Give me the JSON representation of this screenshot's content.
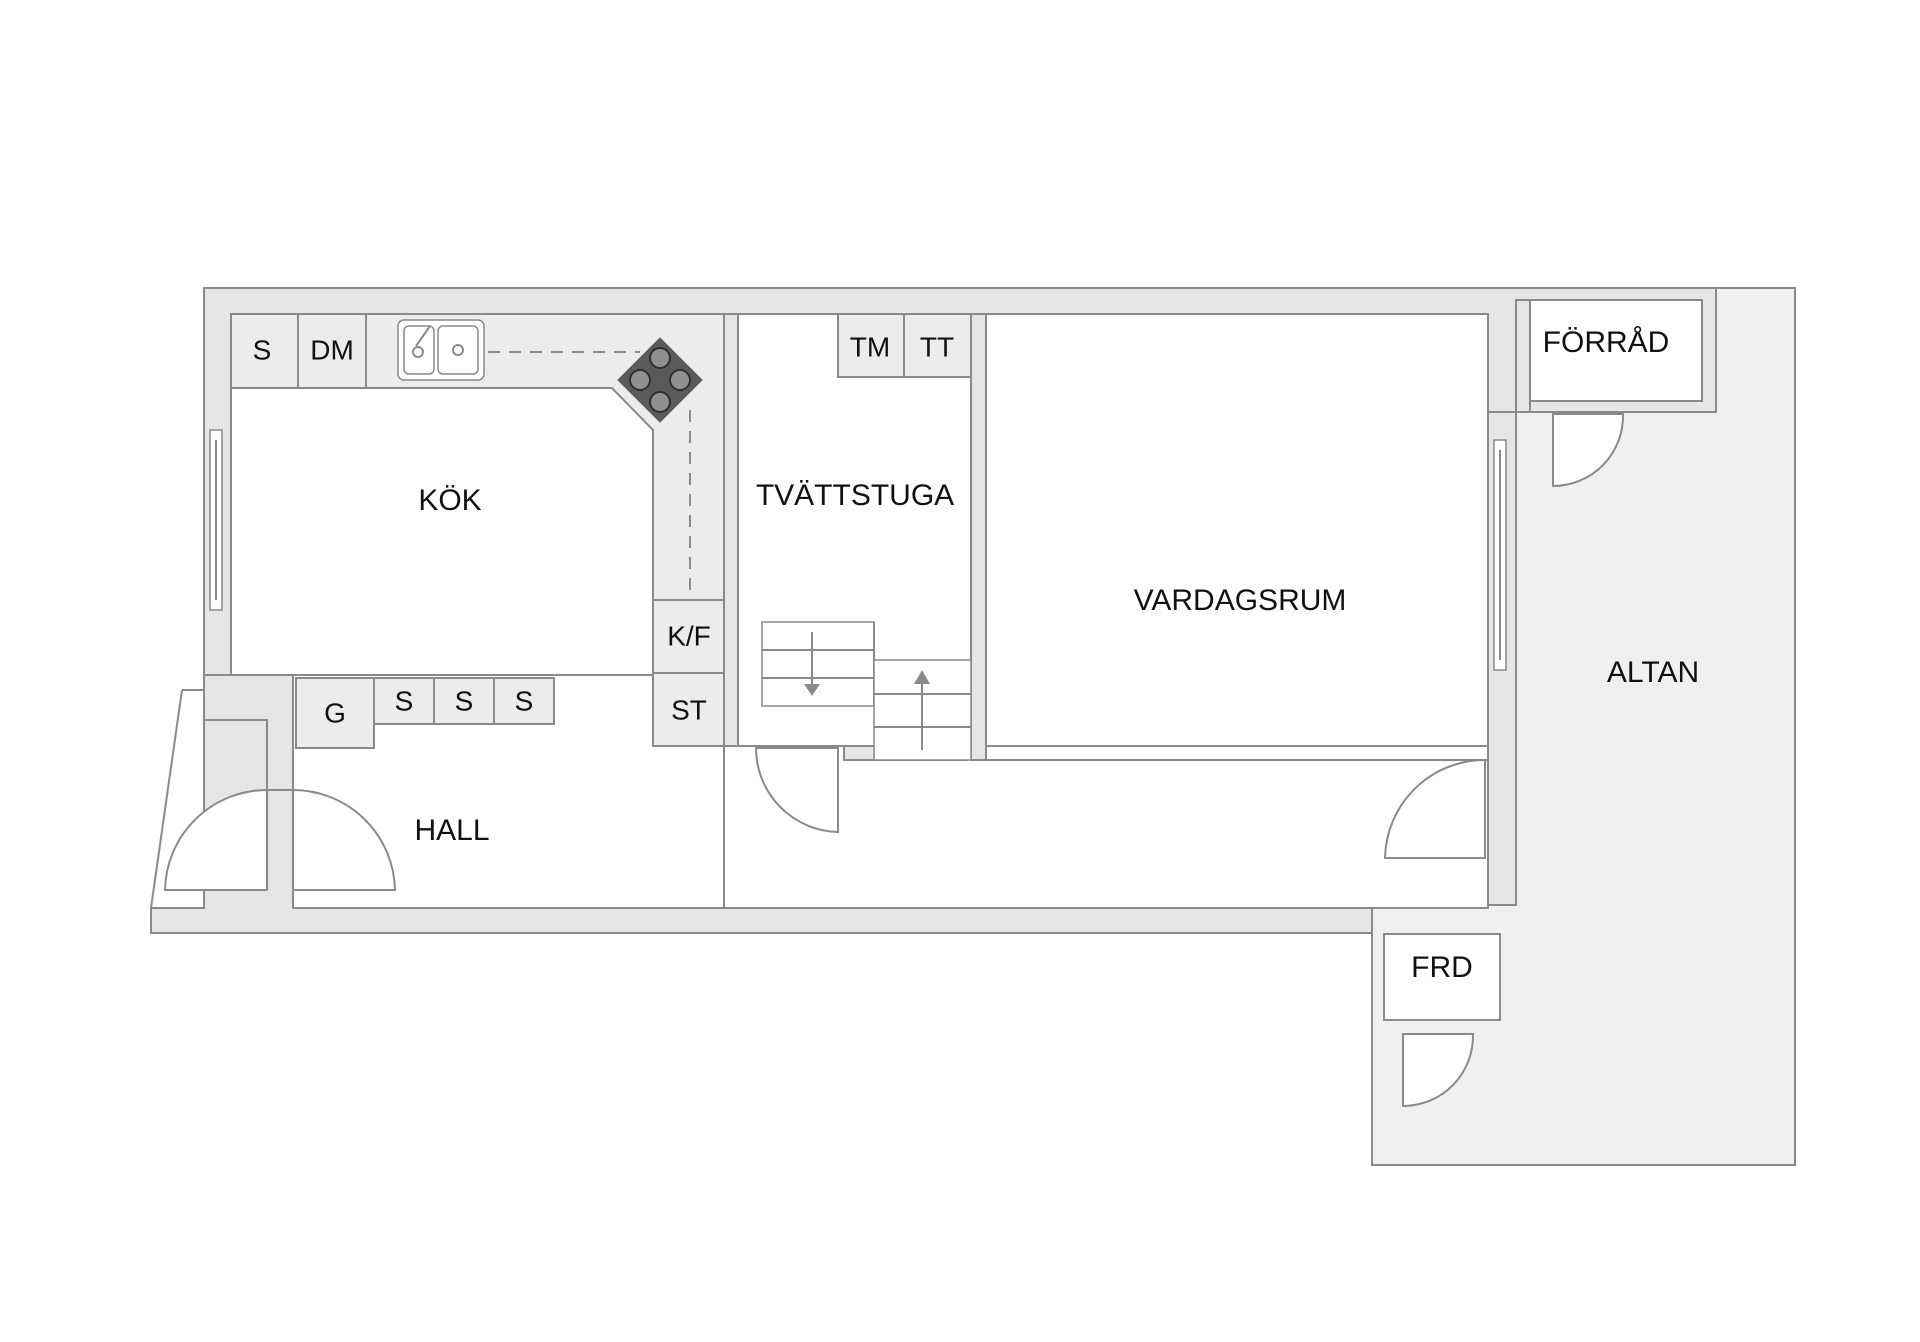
{
  "rooms": {
    "kok": "KÖK",
    "hall": "HALL",
    "tvattstuga": "TVÄTTSTUGA",
    "vardagsrum": "VARDAGSRUM",
    "forrad": "FÖRRÅD",
    "altan": "ALTAN",
    "frd": "FRD"
  },
  "fixtures": {
    "kitchen_top_s": "S",
    "kitchen_dm": "DM",
    "laundry_tm": "TM",
    "laundry_tt": "TT",
    "kitchen_kf": "K/F",
    "kitchen_st": "ST",
    "kitchen_g": "G",
    "kitchen_s1": "S",
    "kitchen_s2": "S",
    "kitchen_s3": "S"
  },
  "colors": {
    "wall_fill": "#e6e6e6",
    "line": "#8a8a8a",
    "terrace_fill": "#f0f0f0",
    "hob": "#5a5a5a"
  }
}
